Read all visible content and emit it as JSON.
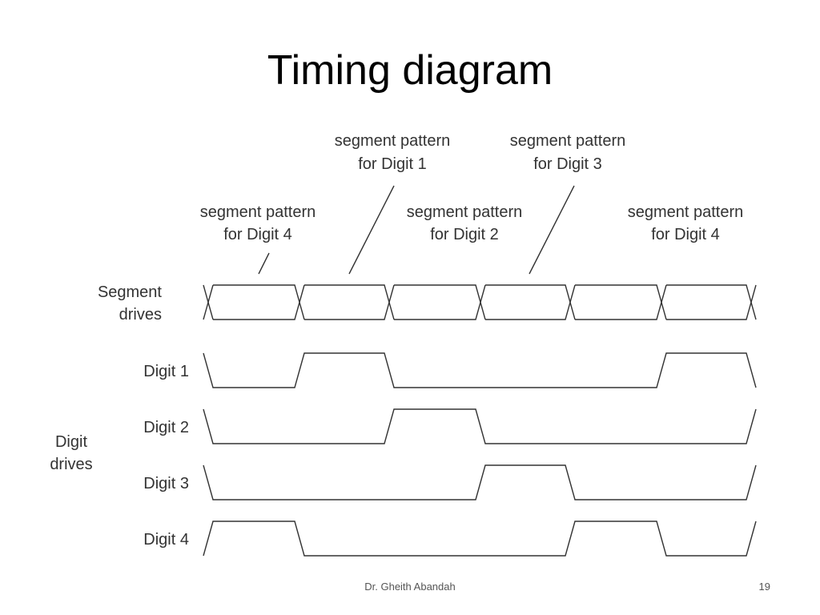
{
  "slide": {
    "title": "Timing diagram",
    "footer_author": "Dr. Gheith Abandah",
    "page_number": "19"
  },
  "diagram": {
    "annotations": [
      {
        "line1": "segment pattern",
        "line2": "for Digit 4"
      },
      {
        "line1": "segment pattern",
        "line2": "for Digit 1"
      },
      {
        "line1": "segment pattern",
        "line2": "for Digit 2"
      },
      {
        "line1": "segment pattern",
        "line2": "for Digit 3"
      },
      {
        "line1": "segment pattern",
        "line2": "for Digit 4"
      }
    ],
    "segment_label": {
      "line1": "Segment",
      "line2": "drives"
    },
    "digit_group_label": {
      "line1": "Digit",
      "line2": "drives"
    },
    "signals": [
      {
        "label": "Digit 1",
        "levels": [
          0,
          1,
          0,
          0,
          0,
          1
        ]
      },
      {
        "label": "Digit 2",
        "levels": [
          0,
          0,
          1,
          0,
          0,
          0
        ]
      },
      {
        "label": "Digit 3",
        "levels": [
          0,
          0,
          0,
          1,
          0,
          0
        ]
      },
      {
        "label": "Digit 4",
        "levels": [
          1,
          0,
          0,
          0,
          1,
          0
        ]
      }
    ],
    "line_color": "#333333"
  }
}
